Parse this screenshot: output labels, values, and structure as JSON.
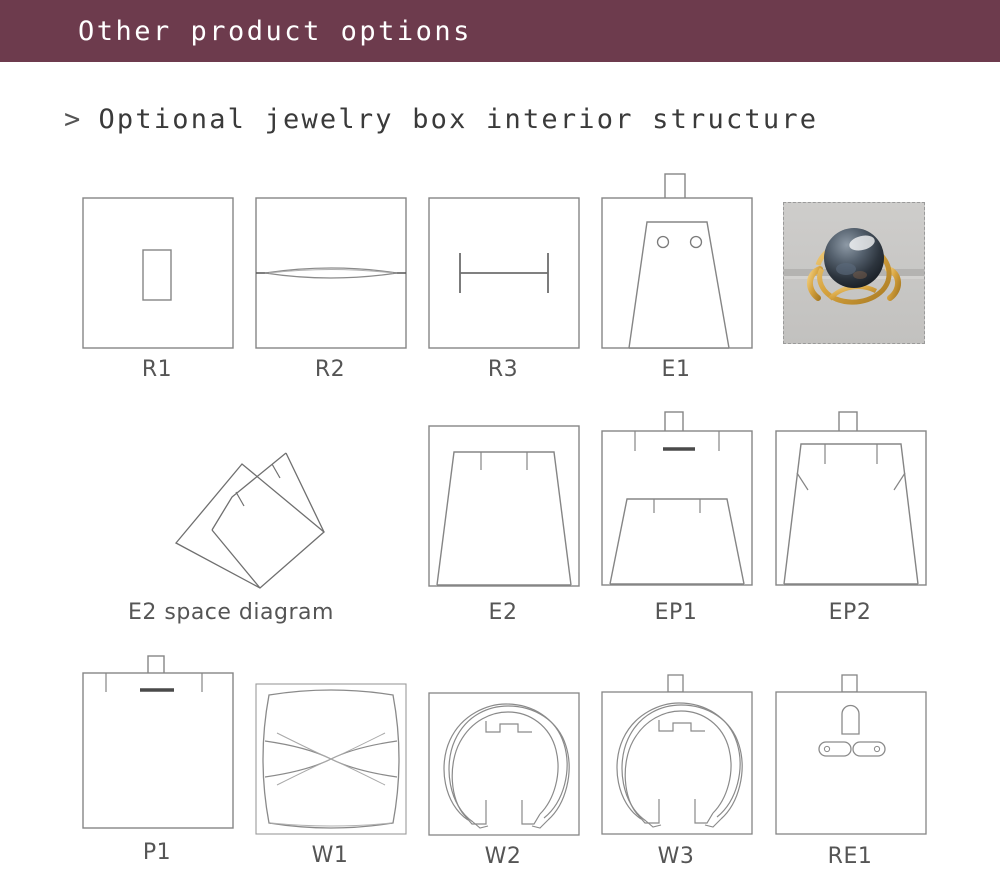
{
  "header": {
    "title": "Other product options",
    "bar_color": "#6d3b4d",
    "text_color": "#ffffff"
  },
  "section": {
    "bullet": ">",
    "title": "Optional jewelry box interior structure",
    "text_color": "#3a3a3a"
  },
  "line_color": "#707070",
  "caption_color": "#555555",
  "rows": [
    {
      "items": [
        {
          "label": "R1",
          "icon": "square-with-vertical-slot-icon"
        },
        {
          "label": "R2",
          "icon": "square-with-lens-slot-icon"
        },
        {
          "label": "R3",
          "icon": "square-with-h-bar-icon"
        },
        {
          "label": "E1",
          "icon": "trapezoid-two-holes-icon"
        },
        {
          "label": "",
          "icon": "pearl-ring-photo"
        }
      ]
    },
    {
      "items": [
        {
          "label": "E2 space diagram",
          "icon": "perspective-insert-icon"
        },
        {
          "label": "E2",
          "icon": "trapezoid-two-ticks-icon"
        },
        {
          "label": "EP1",
          "icon": "tab-dash-over-trapezoid-icon"
        },
        {
          "label": "EP2",
          "icon": "tab-trapezoid-ticks-slits-icon"
        }
      ]
    },
    {
      "items": [
        {
          "label": "P1",
          "icon": "square-tab-dash-icon"
        },
        {
          "label": "W1",
          "icon": "cushion-pillow-icon"
        },
        {
          "label": "W2",
          "icon": "bangle-c-ring-icon"
        },
        {
          "label": "W3",
          "icon": "bangle-c-ring-tab-icon"
        },
        {
          "label": "RE1",
          "icon": "square-slot-two-pills-icon"
        }
      ]
    }
  ],
  "photo": {
    "alt": "gold ring with dark gray pearl on gray pad",
    "pearl_color": "#3c4550",
    "gold_color": "#d9a545",
    "pad_color": "#c9c8c6"
  }
}
